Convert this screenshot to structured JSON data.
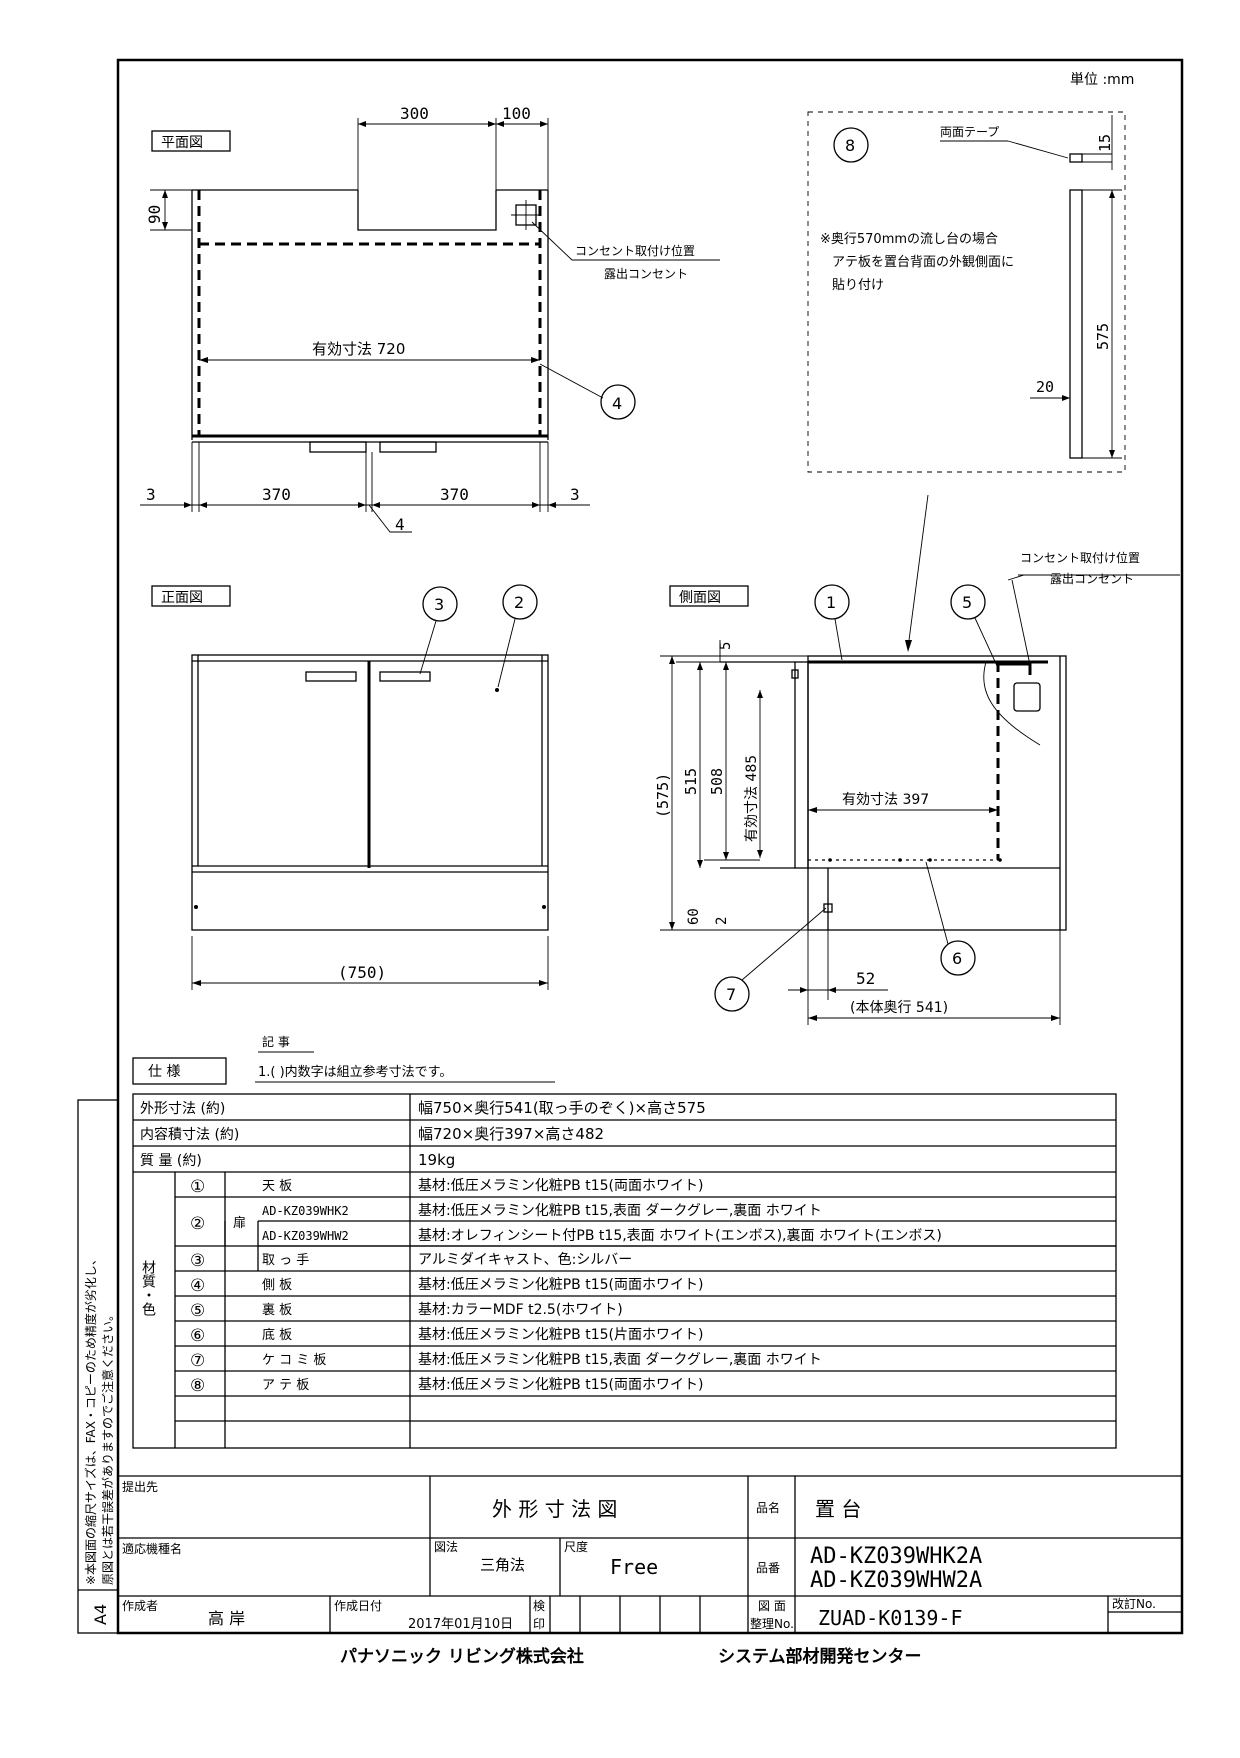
{
  "unit_label": "単位 :mm",
  "views": {
    "plan": {
      "title": "平面図",
      "dims": {
        "top_300": "300",
        "top_100": "100",
        "left_90": "90",
        "inner_width_label": "有効寸法 720",
        "bottom_3l": "3",
        "bottom_370l": "370",
        "bottom_370r": "370",
        "bottom_3r": "3",
        "gap_4": "4"
      },
      "outlet_label_1": "コンセント取付け位置",
      "outlet_label_2": "露出コンセント",
      "callout": "4"
    },
    "board8": {
      "callout": "8",
      "tape_label": "両面テープ",
      "dim_15": "15",
      "dim_575": "575",
      "dim_20": "20",
      "note_1": "※奥行570mmの流し台の場合",
      "note_2": "アテ板を置台背面の外観側面に",
      "note_3": "貼り付け"
    },
    "front": {
      "title": "正面図",
      "callout_3": "3",
      "callout_2": "2",
      "dim_750": "(750)"
    },
    "side": {
      "title": "側面図",
      "callout_1": "1",
      "callout_5": "5",
      "callout_6": "6",
      "callout_7": "7",
      "outlet_label_1": "コンセント取付け位置",
      "outlet_label_2": "露出コンセント",
      "dim_5": "5",
      "dim_575": "(575)",
      "dim_515": "515",
      "dim_508": "508",
      "dim_485": "有効寸法 485",
      "dim_60": "60",
      "dim_2": "2",
      "dim_397": "有効寸法 397",
      "dim_52": "52",
      "dim_541": "(本体奥行 541)"
    }
  },
  "notes": {
    "header": "記 事",
    "line_1": "1.( )内数字は組立参考寸法です。"
  },
  "spec": {
    "title": "仕 様",
    "rows": [
      {
        "label": "外形寸法 (約)",
        "value": "幅750×奥行541(取っ手のぞく)×高さ575"
      },
      {
        "label": "内容積寸法 (約)",
        "value": "幅720×奥行397×高さ482"
      },
      {
        "label": "質 量 (約)",
        "value": "19kg"
      }
    ],
    "material_group_label": "材質・色",
    "materials": [
      {
        "no": "①",
        "part": "天 板",
        "model": "",
        "value": "基材:低圧メラミン化粧PB t15(両面ホワイト)"
      },
      {
        "no": "②",
        "part": "扉",
        "model": "AD-KZ039WHK2",
        "value": "基材:低圧メラミン化粧PB t15,表面 ダークグレー,裏面 ホワイト"
      },
      {
        "no": "",
        "part": "",
        "model": "AD-KZ039WHW2",
        "value": "基材:オレフィンシート付PB t15,表面 ホワイト(エンボス),裏面 ホワイト(エンボス)"
      },
      {
        "no": "③",
        "part": "取 っ 手",
        "model": "",
        "value": "アルミダイキャスト、色:シルバー"
      },
      {
        "no": "④",
        "part": "側 板",
        "model": "",
        "value": "基材:低圧メラミン化粧PB t15(両面ホワイト)"
      },
      {
        "no": "⑤",
        "part": "裏 板",
        "model": "",
        "value": "基材:カラーMDF t2.5(ホワイト)"
      },
      {
        "no": "⑥",
        "part": "底 板",
        "model": "",
        "value": "基材:低圧メラミン化粧PB t15(片面ホワイト)"
      },
      {
        "no": "⑦",
        "part": "ケ コ ミ 板",
        "model": "",
        "value": "基材:低圧メラミン化粧PB t15,表面 ダークグレー,裏面 ホワイト"
      },
      {
        "no": "⑧",
        "part": "ア テ 板",
        "model": "",
        "value": "基材:低圧メラミン化粧PB t15(両面ホワイト)"
      }
    ]
  },
  "title_block": {
    "submit_to_label": "提出先",
    "drawing_name": "外 形 寸 法 図",
    "product_name_label": "品名",
    "product_name": "置 台",
    "applicable_model_label": "適応機種名",
    "projection_label": "図法",
    "projection": "三角法",
    "scale_label": "尺度",
    "scale": "Free",
    "product_no_label": "品番",
    "product_no_1": "AD-KZ039WHK2A",
    "product_no_2": "AD-KZ039WHW2A",
    "author_label": "作成者",
    "author": "高 岸",
    "date_label": "作成日付",
    "date": "2017年01月10日",
    "check_label_1": "検",
    "check_label_2": "印",
    "drawing_no_label_1": "図 面",
    "drawing_no_label_2": "整理No.",
    "drawing_no": "ZUAD-K0139-F",
    "revision_label": "改訂No."
  },
  "side_note": {
    "paper_size": "A4",
    "line_1": "※本図面の縮尺サイズは、FAX・コピーのため精度が劣化し、",
    "line_2": "原図とは若干誤差がありますのでご注意ください。"
  },
  "footer": {
    "company": "パナソニック リビング株式会社",
    "division": "システム部材開発センター"
  }
}
